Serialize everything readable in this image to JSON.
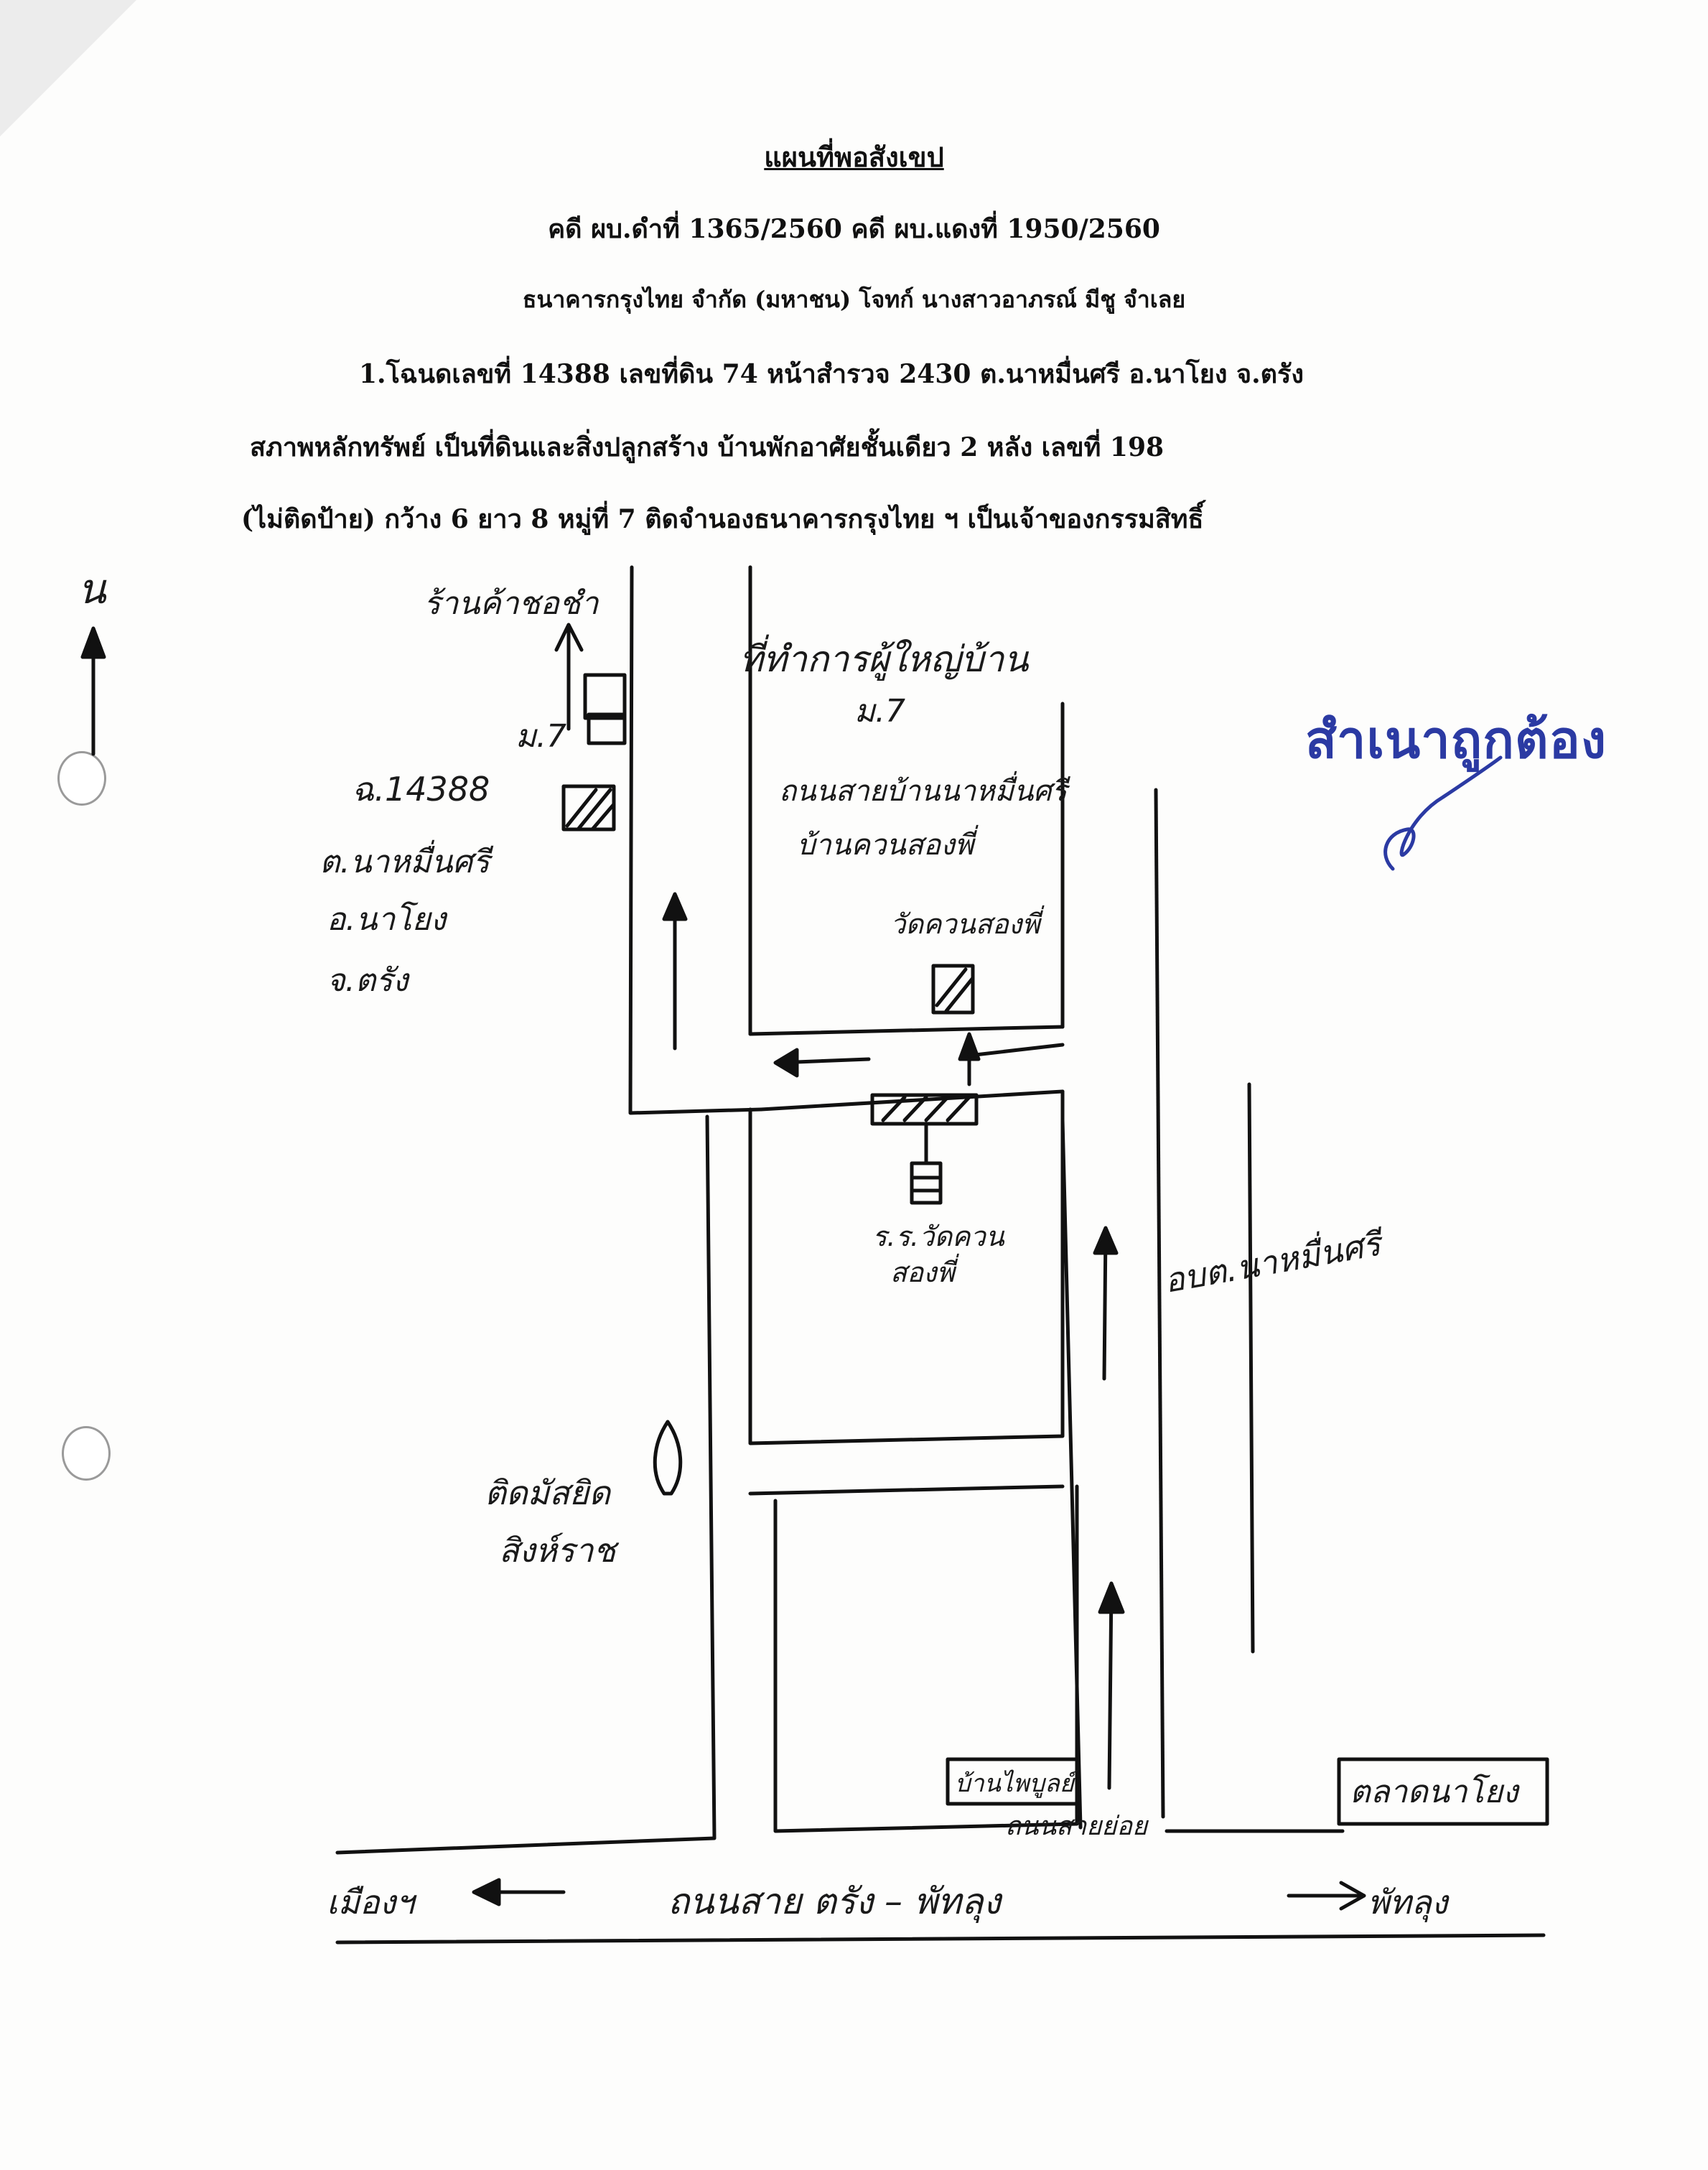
{
  "document": {
    "title": "แผนที่พอสังเขป",
    "case_line": "คดี ผบ.ดำที่  1365/2560 คดี ผบ.แดงที่ 1950/2560",
    "parties_line": "ธนาคารกรุงไทย จำกัด (มหาชน) โจทก์ นางสาวอาภรณ์  มีชู   จำเลย",
    "deed_line": "1.โฉนดเลขที่ 14388    เลขที่ดิน 74 หน้าสำรวจ 2430    ต.นาหมื่นศรี อ.นาโยง  จ.ตรัง",
    "property_line": "สภาพหลักทรัพย์ เป็นที่ดินและสิ่งปลูกสร้าง บ้านพักอาศัยชั้นเดียว 2 หลัง  เลขที่ 198",
    "detail_line": "(ไม่ติดป้าย)  กว้าง 6 ยาว 8 หมู่ที่ 7   ติดจำนองธนาคารกรุงไทย ฯ  เป็นเจ้าของกรรมสิทธิ์"
  },
  "stamp": {
    "text": "สำเนาถูกต้อง",
    "color": "#2b3aa3"
  },
  "map_labels": {
    "north": "น",
    "shop": "ร้านค้าชอชำ",
    "village": "ม.7",
    "deed_no": "ฉ.14388",
    "subdistrict": "ต.นาหมื่นศรี",
    "district": "อ.นาโยง",
    "province": "จ.ตรัง",
    "village_office": "ที่ทำการผู้ใหญ่บ้าน",
    "village_office_moo": "ม.7",
    "road_upper_1": "ถนนสายบ้านนาหมื่นศรี",
    "road_upper_2": "บ้านควนสองพี่",
    "temple": "วัดควนสองพี่",
    "school_1": "ร.ร.วัดควน",
    "school_2": "สองพี่",
    "tao": "อบต.นาหมื่นศรี",
    "mosque_1": "ติดมัสยิด",
    "mosque_2": "สิงห์ราช",
    "house": "บ้านไพบูลย์",
    "village_road": "ถนนสายย่อย",
    "market": "ตลาดนาโยง",
    "main_road": "ถนนสาย ตรัง – พัทลุง",
    "to_city": "เมืองฯ",
    "to_phatthalung": "พัทลุง"
  }
}
